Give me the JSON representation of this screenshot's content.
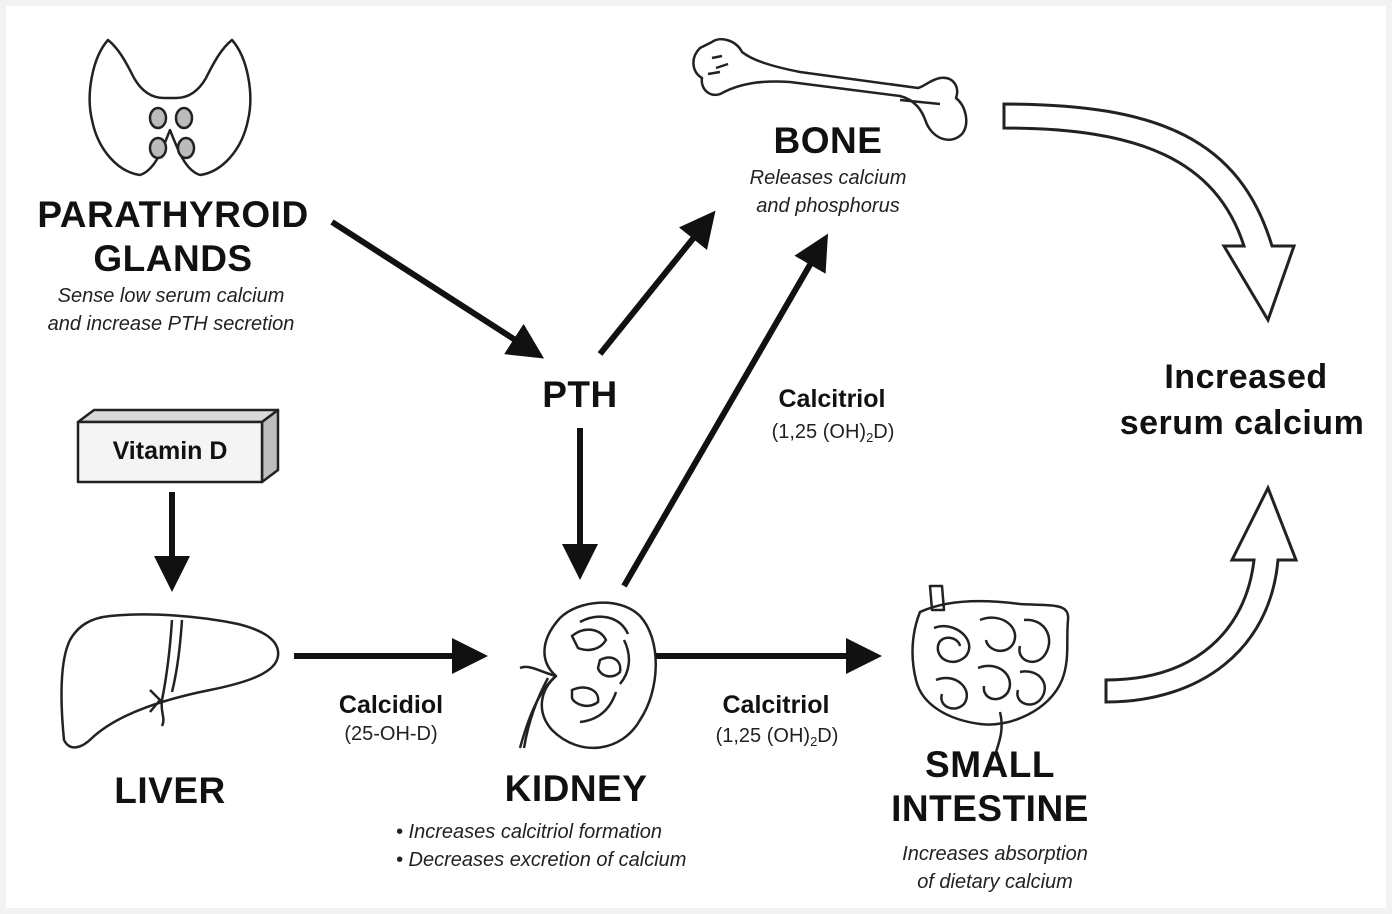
{
  "nodes": {
    "parathyroid": {
      "title_line1": "PARATHYROID",
      "title_line2": "GLANDS",
      "note_line1": "Sense low serum calcium",
      "note_line2": "and  increase PTH secretion"
    },
    "bone": {
      "title": "BONE",
      "note_line1": "Releases calcium",
      "note_line2": "and phosphorus"
    },
    "pth": {
      "title": "PTH"
    },
    "vitamin_d": {
      "title": "Vitamin D"
    },
    "liver": {
      "title": "LIVER"
    },
    "kidney": {
      "title": "KIDNEY",
      "bullet1": "• Increases calcitriol formation",
      "bullet2": "• Decreases excretion of calcium"
    },
    "intestine": {
      "title_line1": "SMALL",
      "title_line2": "INTESTINE",
      "note_line1": "Increases absorption",
      "note_line2": "of dietary calcium"
    },
    "outcome": {
      "line1": "Increased",
      "line2": "serum calcium"
    }
  },
  "edges": {
    "calcidiol": {
      "name": "Calcidiol",
      "formula": "(25-OH-D)"
    },
    "calcitriol_bone": {
      "name": "Calcitriol",
      "formula_pre": "(1,25 (OH)",
      "formula_sub": "2",
      "formula_post": "D)"
    },
    "calcitriol_intestine": {
      "name": "Calcitriol",
      "formula_pre": "(1,25 (OH)",
      "formula_sub": "2",
      "formula_post": "D)"
    }
  }
}
